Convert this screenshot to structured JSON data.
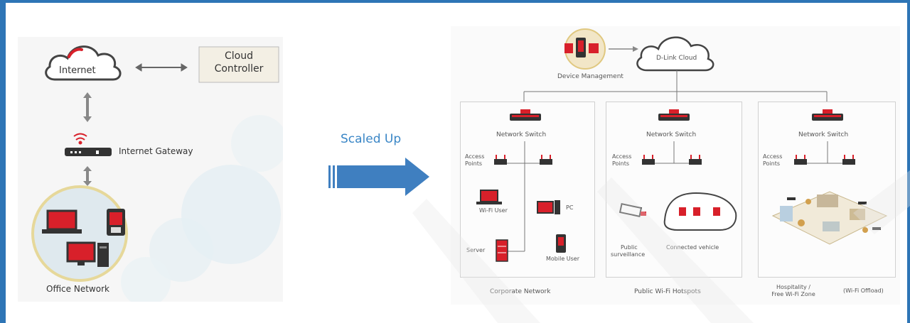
{
  "left": {
    "internet": "Internet",
    "cloud_controller_line1": "Cloud",
    "cloud_controller_line2": "Controller",
    "gateway": "Internet Gateway",
    "office_network": "Office Network"
  },
  "arrow_label": "Scaled Up",
  "right": {
    "device_management": "Device Management",
    "dlink_cloud": "D-Link Cloud",
    "network_switch": "Network Switch",
    "access_points_line1": "Access",
    "access_points_line2": "Points",
    "corporate": {
      "wifi_user": "Wi-Fi User",
      "pc": "PC",
      "server": "Server",
      "mobile_user": "Mobile User",
      "caption": "Corporate Network"
    },
    "public": {
      "surveillance_line1": "Public",
      "surveillance_line2": "surveillance",
      "connected_vehicle": "Connected vehicle",
      "caption": "Public Wi-Fi Hotspots"
    },
    "hospitality": {
      "caption_line1": "Hospitality /",
      "caption_line2": "Free Wi-Fi Zone",
      "caption_extra": "(Wi-Fi Offload)"
    }
  },
  "colors": {
    "accent_red": "#d8202a",
    "frame_blue": "#2e75b6",
    "arrow_blue": "#3f7fc0"
  }
}
